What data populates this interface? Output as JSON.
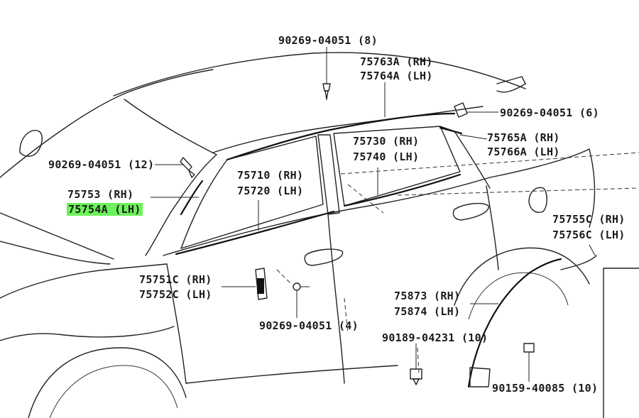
{
  "labels": {
    "clip_top": "90269-04051 (8)",
    "roof_rh": "75763A (RH)",
    "roof_lh": "75764A (LH)",
    "clip_rear": "90269-04051 (6)",
    "rear_win_rh": "75730 (RH)",
    "rear_win_lh": "75740 (LH)",
    "quarter_rh": "75765A (RH)",
    "quarter_lh": "75766A (LH)",
    "clip_left": "90269-04051 (12)",
    "pillar_rh": "75753 (RH)",
    "pillar_lh": "75754A (LH)",
    "front_win_rh": "75710 (RH)",
    "front_win_lh": "75720 (LH)",
    "rear_body_rh": "75755C (RH)",
    "rear_body_lh": "75756C (LH)",
    "mirror_rh": "75751C (RH)",
    "mirror_lh": "75752C (LH)",
    "arch_rh": "75873 (RH)",
    "arch_lh": "75874 (LH)",
    "clip_door": "90269-04051 (4)",
    "clip_arch": "90189-04231 (10)",
    "screw_arch": "90159-40085 (10)"
  },
  "colors": {
    "highlight": "#6cf25a",
    "line": "#222222"
  }
}
